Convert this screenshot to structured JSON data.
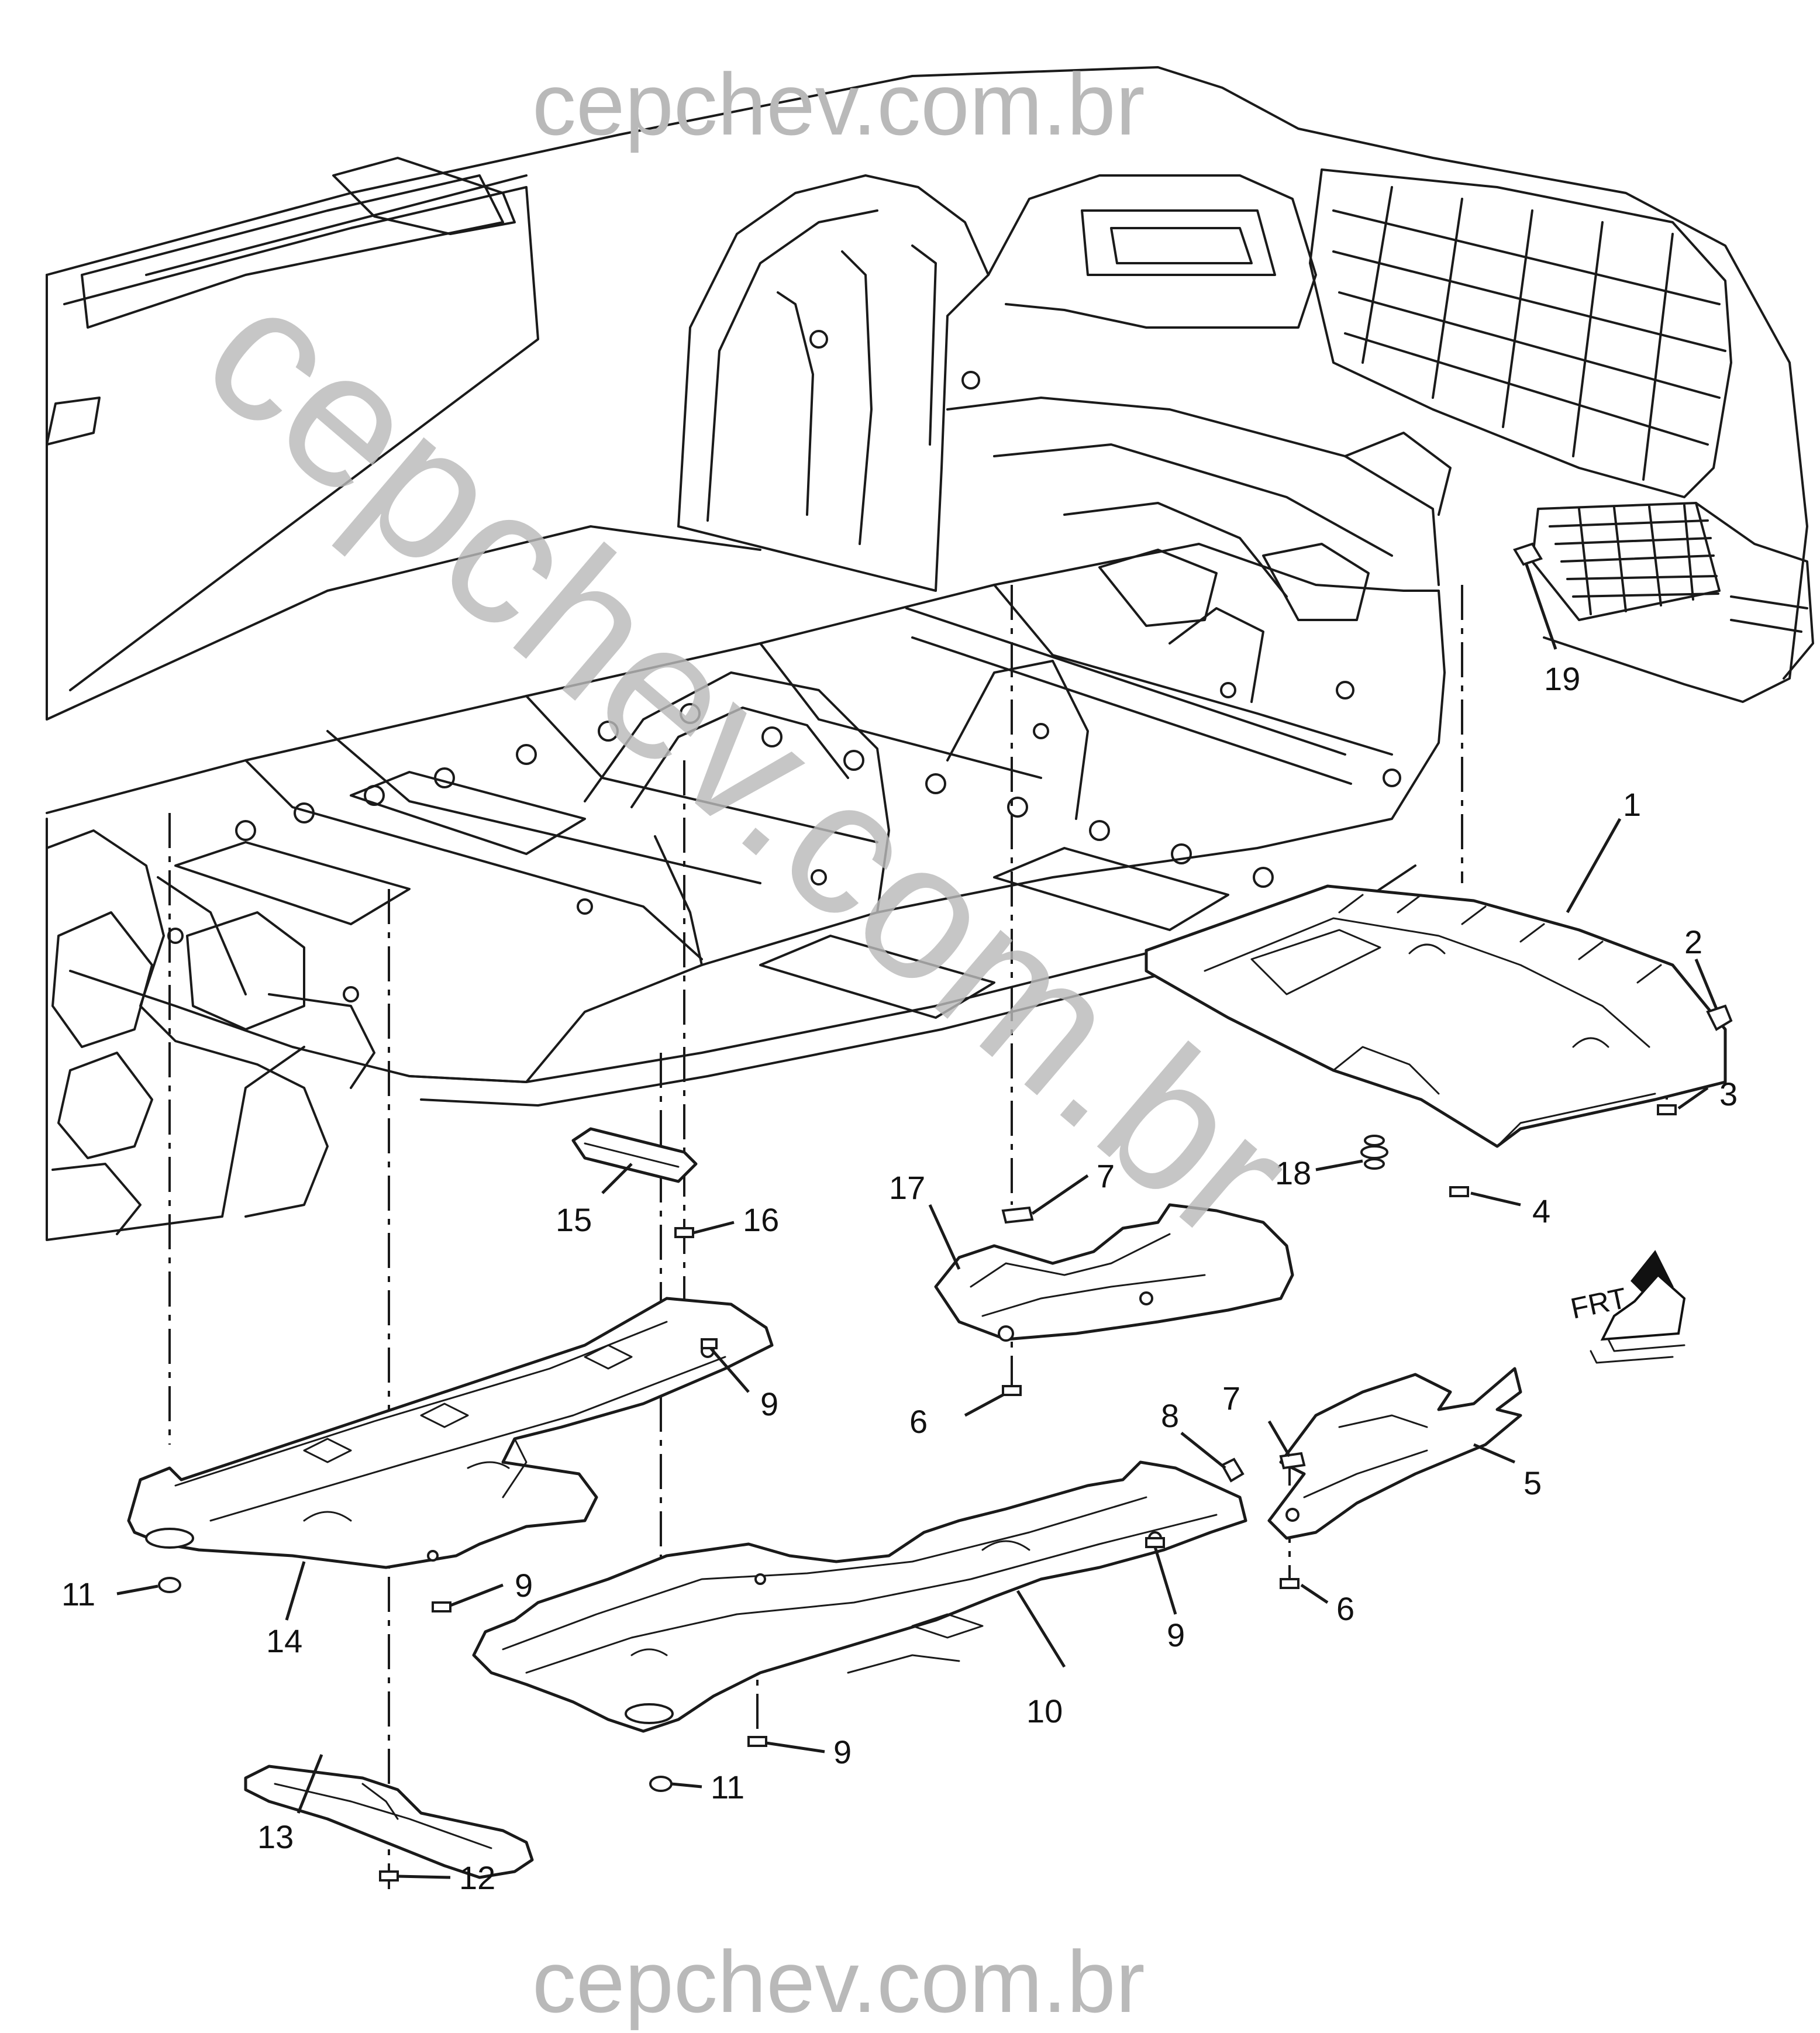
{
  "watermark": {
    "top": "cepchev.com.br",
    "diagonal": "cepchev.com.br",
    "bottom": "cepchev.com.br",
    "color": "#b9b9b9"
  },
  "orientation": {
    "label": "FRT",
    "icon": "front-arrow-icon"
  },
  "callouts": [
    {
      "id": "c1",
      "text": "1"
    },
    {
      "id": "c2",
      "text": "2"
    },
    {
      "id": "c3",
      "text": "3"
    },
    {
      "id": "c4",
      "text": "4"
    },
    {
      "id": "c5",
      "text": "5"
    },
    {
      "id": "c6a",
      "text": "6"
    },
    {
      "id": "c6b",
      "text": "6"
    },
    {
      "id": "c7a",
      "text": "7"
    },
    {
      "id": "c7b",
      "text": "7"
    },
    {
      "id": "c8",
      "text": "8"
    },
    {
      "id": "c9a",
      "text": "9"
    },
    {
      "id": "c9b",
      "text": "9"
    },
    {
      "id": "c9c",
      "text": "9"
    },
    {
      "id": "c9d",
      "text": "9"
    },
    {
      "id": "c10",
      "text": "10"
    },
    {
      "id": "c11a",
      "text": "11"
    },
    {
      "id": "c11b",
      "text": "11"
    },
    {
      "id": "c12",
      "text": "12"
    },
    {
      "id": "c13",
      "text": "13"
    },
    {
      "id": "c14",
      "text": "14"
    },
    {
      "id": "c15",
      "text": "15"
    },
    {
      "id": "c16",
      "text": "16"
    },
    {
      "id": "c17",
      "text": "17"
    },
    {
      "id": "c18",
      "text": "18"
    },
    {
      "id": "c19",
      "text": "19"
    }
  ]
}
